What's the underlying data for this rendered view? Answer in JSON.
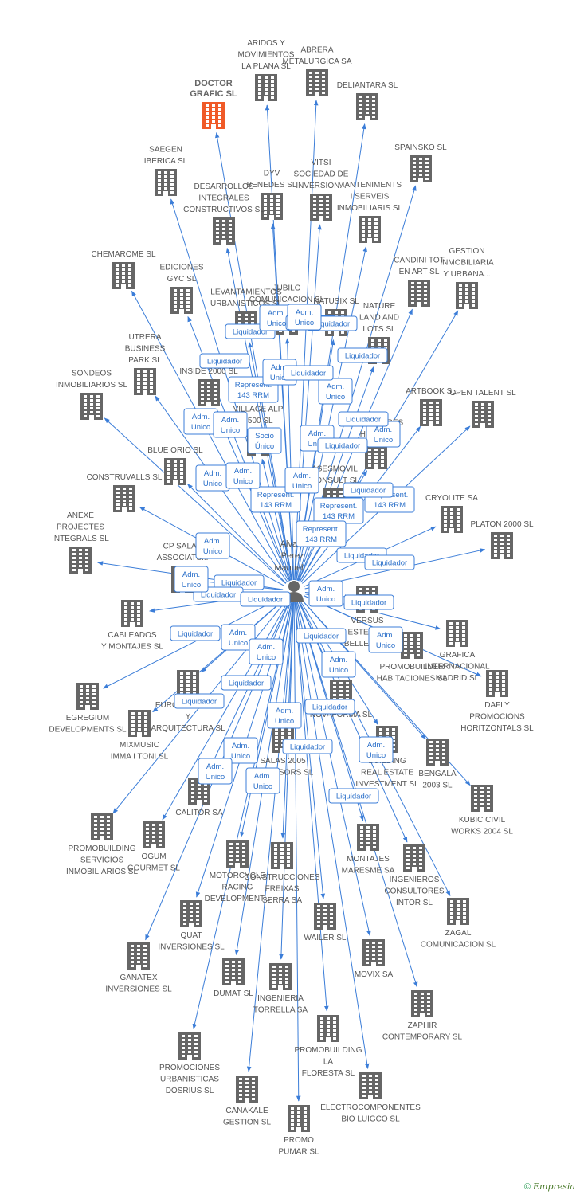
{
  "person": {
    "label_lines": [
      "Alva...",
      "Perez",
      "Manuel..."
    ],
    "icon": "person-icon"
  },
  "colors": {
    "edge": "#3b7dd8",
    "building": "#666666",
    "focus_building": "#f05a28",
    "badge_border": "#3b7dd8",
    "badge_text": "#2a6fc9"
  },
  "companies": [
    {
      "id": "doctor-grafic",
      "lines": [
        "DOCTOR",
        "GRAFIC SL"
      ],
      "focus": true
    },
    {
      "id": "aridos",
      "lines": [
        "ARIDOS Y",
        "MOVIMIENTOS",
        "LA PLANA SL"
      ]
    },
    {
      "id": "abrera",
      "lines": [
        "ABRERA",
        "METALURGICA SA"
      ]
    },
    {
      "id": "deliantara",
      "lines": [
        "DELIANTARA SL"
      ]
    },
    {
      "id": "saegen",
      "lines": [
        "SAEGEN",
        "IBERICA SL"
      ]
    },
    {
      "id": "spainsko",
      "lines": [
        "SPAINSKO SL"
      ]
    },
    {
      "id": "dyv",
      "lines": [
        "DYV",
        "BENEDES SL"
      ]
    },
    {
      "id": "vitsi",
      "lines": [
        "VITSI",
        "SOCIEDAD DE",
        "INVERSION..."
      ]
    },
    {
      "id": "desarrollos",
      "lines": [
        "DESARROLLOS",
        "INTEGRALES",
        "CONSTRUCTIVOS SL"
      ]
    },
    {
      "id": "manteniments",
      "lines": [
        "MANTENIMENTS",
        "I SERVEIS",
        "INMOBILIARIS SL"
      ]
    },
    {
      "id": "chemarome",
      "lines": [
        "CHEMAROME SL"
      ]
    },
    {
      "id": "ediciones",
      "lines": [
        "EDICIONES",
        "GYC SL"
      ]
    },
    {
      "id": "candini",
      "lines": [
        "CANDINI TOT",
        "EN ART SL"
      ]
    },
    {
      "id": "gestion-inm",
      "lines": [
        "GESTION",
        "INMOBILIARIA",
        "Y URBANA..."
      ]
    },
    {
      "id": "jubilo",
      "lines": [
        "JUBILO",
        "COMUNICACION SL"
      ]
    },
    {
      "id": "levantamientos",
      "lines": [
        "LEVANTAMIENTOS",
        "URBANISTICOS SL"
      ]
    },
    {
      "id": "natusix",
      "lines": [
        "NATUSIX SL"
      ]
    },
    {
      "id": "nature",
      "lines": [
        "NATURE",
        "LAND AND",
        "LOTS SL"
      ]
    },
    {
      "id": "utrera",
      "lines": [
        "UTRERA",
        "BUSINESS",
        "PARK SL"
      ]
    },
    {
      "id": "inside",
      "lines": [
        "INSIDE 2000 SL"
      ]
    },
    {
      "id": "sondeos",
      "lines": [
        "SONDEOS",
        "INMOBILIARIOS SL"
      ]
    },
    {
      "id": "village",
      "lines": [
        "VILLAGE ALP",
        "2500 SL"
      ]
    },
    {
      "id": "artbook",
      "lines": [
        "ARTBOOK SL"
      ]
    },
    {
      "id": "open-talent",
      "lines": [
        "OPEN TALENT SL"
      ]
    },
    {
      "id": "suministres",
      "lines": [
        "SUMINISTRES",
        "HIDRO..."
      ]
    },
    {
      "id": "blue-orio",
      "lines": [
        "BLUE ORIO SL"
      ]
    },
    {
      "id": "construvalls",
      "lines": [
        "CONSTRUVALLS SL"
      ]
    },
    {
      "id": "asesmovil",
      "lines": [
        "ASESMOVIL",
        "CONSULT SL"
      ]
    },
    {
      "id": "cryolite",
      "lines": [
        "CRYOLITE SA"
      ]
    },
    {
      "id": "anexe",
      "lines": [
        "ANEXE",
        "PROJECTES",
        "INTEGRALS SL"
      ]
    },
    {
      "id": "platon",
      "lines": [
        "PLATON 2000 SL"
      ]
    },
    {
      "id": "cp-salas",
      "lines": [
        "CP SALAS",
        "ASSOCIATS..."
      ]
    },
    {
      "id": "cableados",
      "lines": [
        "CABLEADOS",
        "Y MONTAJES SL"
      ]
    },
    {
      "id": "versus",
      "lines": [
        "VERSUS",
        "ESTETICA",
        "BELLEZA SL"
      ]
    },
    {
      "id": "grafica",
      "lines": [
        "GRAFICA",
        "INTERNACIONAL",
        "MADRID SL"
      ]
    },
    {
      "id": "promobuilder",
      "lines": [
        "PROMOBUILDER",
        "HABITACIONES SL"
      ]
    },
    {
      "id": "dafly",
      "lines": [
        "DAFLY",
        "PROMOCIONS",
        "HORITZONTALS SL"
      ]
    },
    {
      "id": "egregium",
      "lines": [
        "EGREGIUM",
        "DEVELOPMENTS SL"
      ]
    },
    {
      "id": "euro",
      "lines": [
        "EUROPROJECTE",
        "Y",
        "ARQUITECTURA SL"
      ]
    },
    {
      "id": "mixmusic",
      "lines": [
        "MIXMUSIC",
        "IMMA I TONI SL"
      ]
    },
    {
      "id": "novaforma",
      "lines": [
        "NOVAFORMA SL"
      ]
    },
    {
      "id": "building",
      "lines": [
        "BUILDING",
        "REAL ESTATE",
        "INVESTMENT SL"
      ]
    },
    {
      "id": "bengala",
      "lines": [
        "BENGALA",
        "2003 SL"
      ]
    },
    {
      "id": "salas2005",
      "lines": [
        "SALAS 2005",
        "ASSESSORS SL"
      ]
    },
    {
      "id": "calitor",
      "lines": [
        "CALITOR SA"
      ]
    },
    {
      "id": "kubic",
      "lines": [
        "KUBIC CIVIL",
        "WORKS 2004 SL"
      ]
    },
    {
      "id": "promobuilding-serv",
      "lines": [
        "PROMOBUILDING",
        "SERVICIOS",
        "INMOBILIARIOS SL"
      ]
    },
    {
      "id": "ogum",
      "lines": [
        "OGUM",
        "GOURMET SL"
      ]
    },
    {
      "id": "montajes",
      "lines": [
        "MONTAJES",
        "MARESME SA"
      ]
    },
    {
      "id": "ingenieros",
      "lines": [
        "INGENIEROS",
        "CONSULTORES",
        "INTOR SL"
      ]
    },
    {
      "id": "motorcycle",
      "lines": [
        "MOTORCYCLE",
        "RACING",
        "DEVELOPMENT..."
      ]
    },
    {
      "id": "construcciones",
      "lines": [
        "CONSTRUCCIONES",
        "FREIXAS",
        "SERRA SA"
      ]
    },
    {
      "id": "zagal",
      "lines": [
        "ZAGAL",
        "COMUNICACION SL"
      ]
    },
    {
      "id": "quat",
      "lines": [
        "QUAT",
        "INVERSIONES SL"
      ]
    },
    {
      "id": "wailer",
      "lines": [
        "WAILER SL"
      ]
    },
    {
      "id": "ganatex",
      "lines": [
        "GANATEX",
        "INVERSIONES SL"
      ]
    },
    {
      "id": "movix",
      "lines": [
        "MOVIX SA"
      ]
    },
    {
      "id": "dumat",
      "lines": [
        "DUMAT SL"
      ]
    },
    {
      "id": "ingenieria",
      "lines": [
        "INGENIERIA",
        "TORRELLA SA"
      ]
    },
    {
      "id": "zaphir",
      "lines": [
        "ZAPHIR",
        "CONTEMPORARY SL"
      ]
    },
    {
      "id": "promociones",
      "lines": [
        "PROMOCIONES",
        "URBANISTICAS",
        "DOSRIUS SL"
      ]
    },
    {
      "id": "promobuilding-flor",
      "lines": [
        "PROMOBUILDING",
        "LA",
        "FLORESTA SL"
      ]
    },
    {
      "id": "canakale",
      "lines": [
        "CANAKALE",
        "GESTION SL"
      ]
    },
    {
      "id": "electrocomp",
      "lines": [
        "ELECTROCOMPONENTES",
        "BIO LUIGCO SL"
      ]
    },
    {
      "id": "promo-pumar",
      "lines": [
        "PROMO",
        "PUMAR SL"
      ]
    }
  ],
  "badges": [
    {
      "lines": [
        "Liquidador"
      ]
    },
    {
      "lines": [
        "Adm.",
        "Unico"
      ]
    },
    {
      "lines": [
        "Liquidador"
      ]
    },
    {
      "lines": [
        "Liquidador"
      ]
    },
    {
      "lines": [
        "Liquidador"
      ]
    },
    {
      "lines": [
        "Represent.",
        "143 RRM"
      ]
    },
    {
      "lines": [
        "Adm.",
        "Unico"
      ]
    },
    {
      "lines": [
        "Adm.",
        "Unico"
      ]
    },
    {
      "lines": [
        "Adm.",
        "Unico"
      ]
    },
    {
      "lines": [
        "Liquidador"
      ]
    },
    {
      "lines": [
        "Socio",
        "Único"
      ]
    },
    {
      "lines": [
        "Adm.",
        "Unico"
      ]
    },
    {
      "lines": [
        "Liquidador"
      ]
    },
    {
      "lines": [
        "Adm.",
        "Unico"
      ]
    },
    {
      "lines": [
        "Adm.",
        "Unico"
      ]
    },
    {
      "lines": [
        "Adm.",
        "Unico"
      ]
    },
    {
      "lines": [
        "Represent.",
        "143 RRM"
      ]
    },
    {
      "lines": [
        "Liquidador"
      ]
    },
    {
      "lines": [
        "Represent.",
        "143 RRM"
      ]
    },
    {
      "lines": [
        "Represent.",
        "143 RRM"
      ]
    },
    {
      "lines": [
        "Adm.",
        "Unico"
      ]
    },
    {
      "lines": [
        "Adm.",
        "Unico"
      ]
    },
    {
      "lines": [
        "Represent.",
        "143 RRM"
      ]
    },
    {
      "lines": [
        "Liquidador"
      ]
    },
    {
      "lines": [
        "Liquidador"
      ]
    },
    {
      "lines": [
        "Adm.",
        "Unico"
      ]
    },
    {
      "lines": [
        "Liquidador"
      ]
    },
    {
      "lines": [
        "Liquidador"
      ]
    },
    {
      "lines": [
        "Adm.",
        "Unico"
      ]
    },
    {
      "lines": [
        "Liquidador"
      ]
    },
    {
      "lines": [
        "Liquidador"
      ]
    },
    {
      "lines": [
        "Adm.",
        "Unico"
      ]
    },
    {
      "lines": [
        "Liquidador"
      ]
    },
    {
      "lines": [
        "Adm.",
        "Unico"
      ]
    },
    {
      "lines": [
        "Liquidador"
      ]
    },
    {
      "lines": [
        "Liquidador"
      ]
    },
    {
      "lines": [
        "Adm.",
        "Unico"
      ]
    },
    {
      "lines": [
        "Liquidador"
      ]
    },
    {
      "lines": [
        "Liquidador"
      ]
    },
    {
      "lines": [
        "Liquidador"
      ]
    },
    {
      "lines": [
        "Adm.",
        "Unico"
      ]
    },
    {
      "lines": [
        "Liquidador"
      ]
    },
    {
      "lines": [
        "Adm.",
        "Unico"
      ]
    },
    {
      "lines": [
        "Adm.",
        "Unico"
      ]
    },
    {
      "lines": [
        "Adm.",
        "Unico"
      ]
    },
    {
      "lines": [
        "Liquidador"
      ]
    },
    {
      "lines": [
        "Adm.",
        "Unico"
      ]
    },
    {
      "lines": [
        "Adm.",
        "Unico"
      ]
    },
    {
      "lines": [
        "Adm.",
        "Unico"
      ]
    },
    {
      "lines": [
        "Adm.",
        "Unico"
      ]
    },
    {
      "lines": [
        "Liquidador"
      ]
    }
  ],
  "footer": {
    "copyright": "©",
    "brand": "Empresia"
  }
}
